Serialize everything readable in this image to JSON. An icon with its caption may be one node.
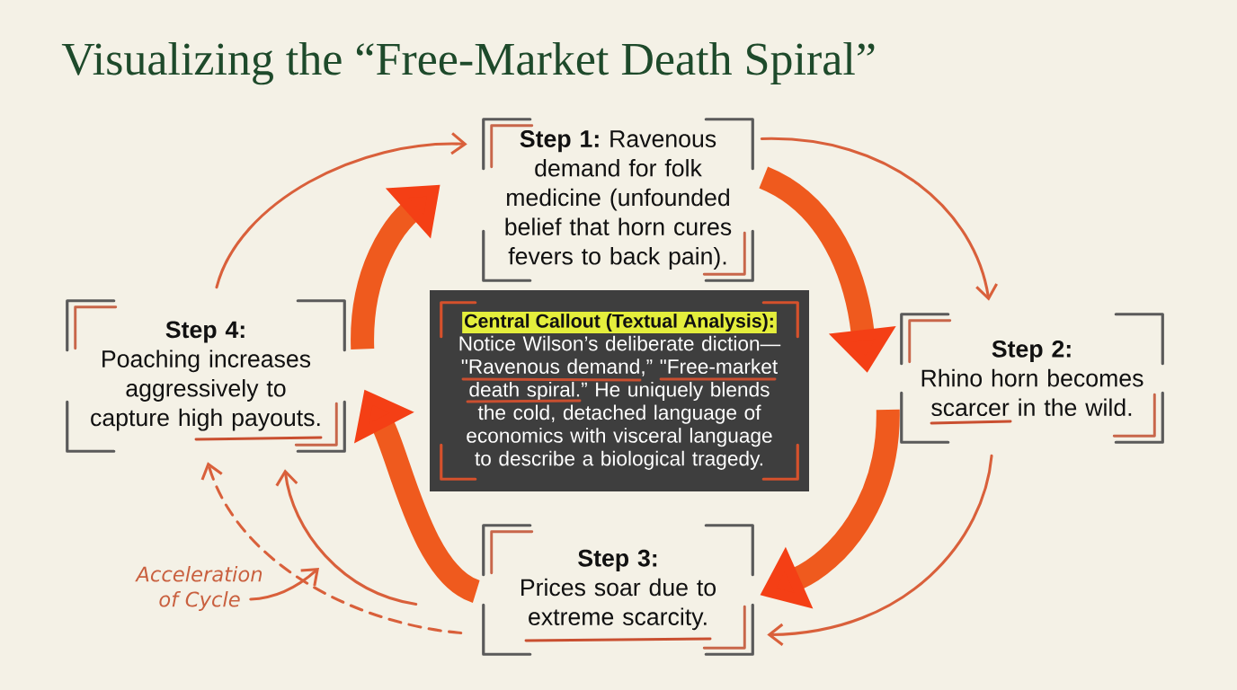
{
  "diagram": {
    "title": "Visualizing the “Free-Market Death Spiral”",
    "nodes": [
      {
        "text": [
          "**Step 1:** Ravenous demand for folk medicine (unfounded belief that horn cures fevers to back pain)."
        ]
      },
      {
        "text": [
          "Step 2:",
          "Rhino horn becomes scarcer in the wild."
        ]
      },
      {
        "text": [
          "Step 3:",
          "Prices soar due to extreme scarcity."
        ]
      },
      {
        "text": [
          "Step 4:",
          "Poaching increases aggressively to capture high payouts."
        ]
      },
      {
        "text": [
          "Central Callout (Textual Analysis):",
          "Notice Wilson’s deliberate diction— \"Ravenous demand,” \"Free-market death spiral.” He uniquely blends the cold, detached language of economics with visceral language to describe a biological tragedy."
        ]
      },
      {
        "text": [
          "Acceleration of Cycle"
        ]
      }
    ],
    "edges": [
      {
        "from": 0,
        "to": 1,
        "arrow": "to",
        "style": "thick",
        "color": "#ef5a1e"
      },
      {
        "from": 1,
        "to": 2,
        "arrow": "to",
        "style": "thick",
        "color": "#ef5a1e"
      },
      {
        "from": 2,
        "to": 3,
        "arrow": "to",
        "style": "thick",
        "color": "#ef5a1e"
      },
      {
        "from": 3,
        "to": 0,
        "arrow": "to",
        "style": "thick",
        "color": "#ef5a1e"
      },
      {
        "from": 0,
        "to": 1,
        "arrow": "to"
      },
      {
        "from": 1,
        "to": 2,
        "arrow": "to"
      },
      {
        "from": 2,
        "to": 3,
        "arrow": "to"
      },
      {
        "from": 2,
        "to": 3,
        "arrow": "to",
        "style": "dashed"
      },
      {
        "from": 3,
        "to": 0,
        "arrow": "to"
      },
      {
        "from": 5,
        "to": null,
        "arrow": "to"
      }
    ]
  }
}
